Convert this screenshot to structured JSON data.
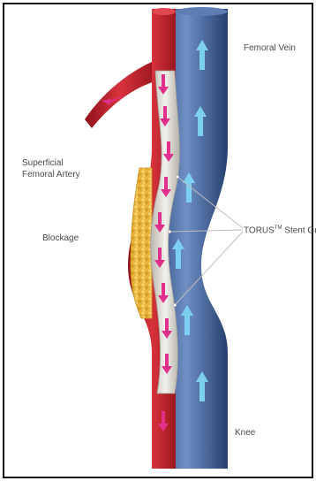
{
  "labels": {
    "femoral_vein": "Femoral Vein",
    "superficial_artery": [
      "Superficial",
      "Femoral Artery"
    ],
    "blockage": "Blockage",
    "stent_graft": "TORUS",
    "stent_graft_mark": "TM",
    "stent_graft_suffix": " Stent Graft",
    "knee": "Knee"
  },
  "colors": {
    "artery": "#c0202a",
    "vein": "#3d5f96",
    "blockage": "#e8b43a",
    "stent": "#e9e7e2",
    "blood_flow_arrow": "#e0308a",
    "vein_flow_arrow": "#7ed0f0",
    "frame": "#111111"
  }
}
